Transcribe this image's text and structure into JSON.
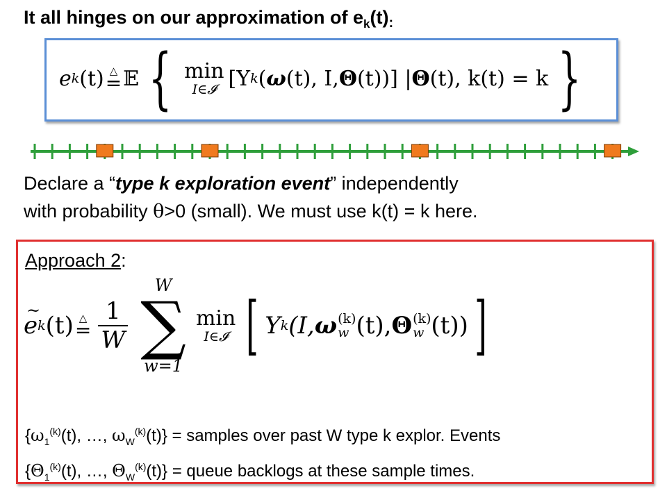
{
  "title": {
    "main": "It all hinges on our approximation of e",
    "sub": "k",
    "end": "(t)",
    "colon": ":"
  },
  "eq1": {
    "lhs_e": "e",
    "lhs_sub": "k",
    "lhs_t": "(t)",
    "delta": "△",
    "eq": "=",
    "E": "𝔼",
    "min": "min",
    "min_under": "I∈𝓘",
    "body_Y": "[Y",
    "body_sub": "k",
    "body_rest1": "(",
    "omega": "ω",
    "body_rest2": "(t), I, ",
    "Theta": "Θ",
    "body_rest3": "(t))] | ",
    "Theta2": "Θ",
    "body_rest4": "(t), k(t) = k"
  },
  "timeline": {
    "tick_count": 34,
    "marker_indices": [
      4,
      10,
      22,
      33
    ],
    "line_color": "#2e9e3a",
    "marker_color": "#f07a1e"
  },
  "description": {
    "line1_pre": "Declare a “",
    "line1_em": "type k exploration event",
    "line1_post": "” independently",
    "line2_pre": "with probability ",
    "theta": "θ",
    "line2_post": ">0 (small).  We must use k(t) = k here."
  },
  "approach": {
    "label": "Approach 2",
    "colon": ":"
  },
  "eq2": {
    "e": "e",
    "e_sub": "k",
    "t": "(t)",
    "delta": "△",
    "eq": "=",
    "num": "1",
    "den": "W",
    "sum_top": "W",
    "sum_sym": "∑",
    "sum_bot": "w=1",
    "min": "min",
    "min_under": "I∈𝓘",
    "Y": "Y",
    "Y_sub": "k",
    "p1": "(I, ",
    "omega": "ω",
    "om_sup": "(k)",
    "om_sub": "w",
    "p2": "(t), ",
    "Theta": "Θ",
    "th_sup": "(k)",
    "th_sub": "w",
    "p3": "(t))"
  },
  "samples": {
    "l1_open": "{",
    "l1_sym": "ω",
    "l1_sub1": "1",
    "l1_sup1": "(k)",
    "l1_mid": "(t), …, ",
    "l1_subW": "W",
    "l1_supW": "(k)",
    "l1_end": "(t)} = samples over past W type k explor. Events",
    "l2_open": "{",
    "l2_sym": "Θ",
    "l2_sub1": "1",
    "l2_sup1": "(k)",
    "l2_mid": "(t), …, ",
    "l2_subW": "W",
    "l2_supW": "(k)",
    "l2_end": "(t)} = queue backlogs at these sample times."
  }
}
